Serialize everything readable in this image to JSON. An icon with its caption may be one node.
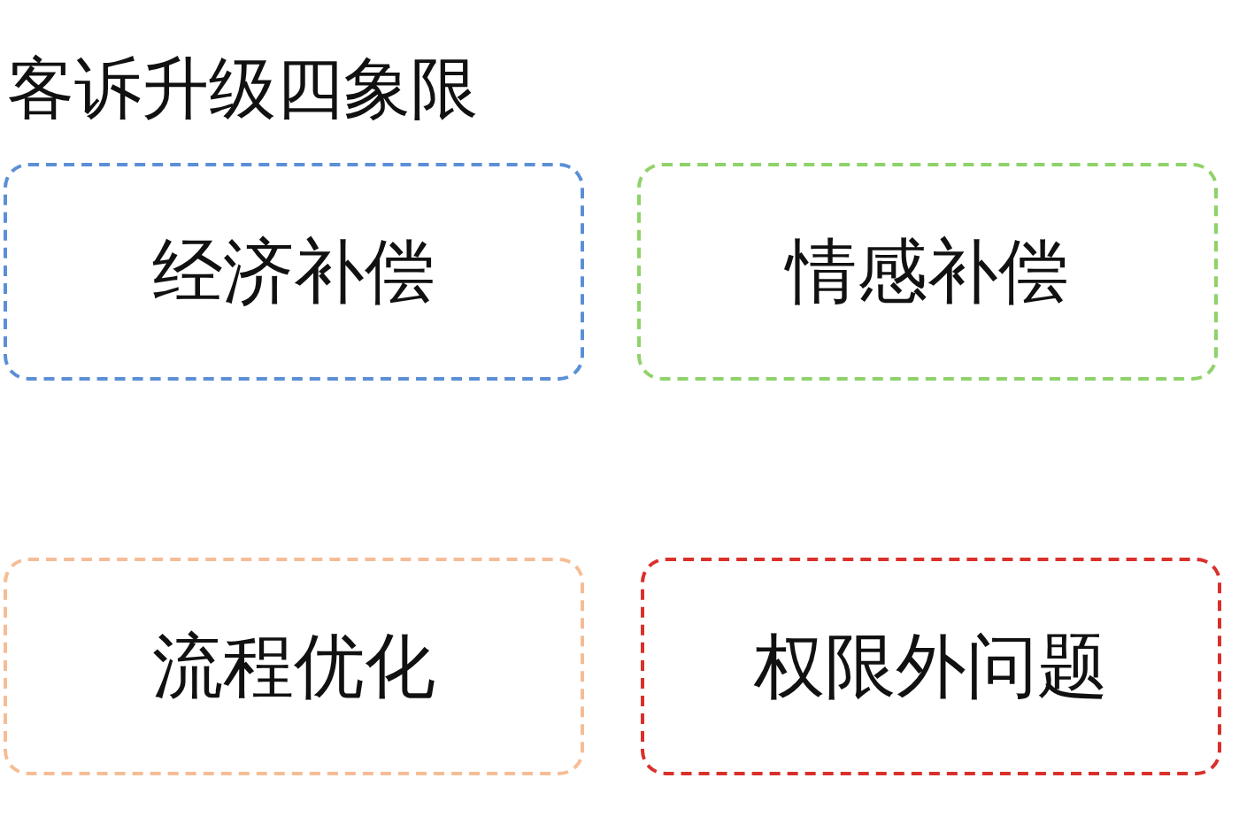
{
  "diagram": {
    "title": "客诉升级四象限",
    "nodes": [
      {
        "text": [
          "经济补偿"
        ]
      },
      {
        "text": [
          "情感补偿"
        ]
      },
      {
        "text": [
          "流程优化"
        ]
      },
      {
        "text": [
          "权限外问题"
        ]
      }
    ]
  }
}
